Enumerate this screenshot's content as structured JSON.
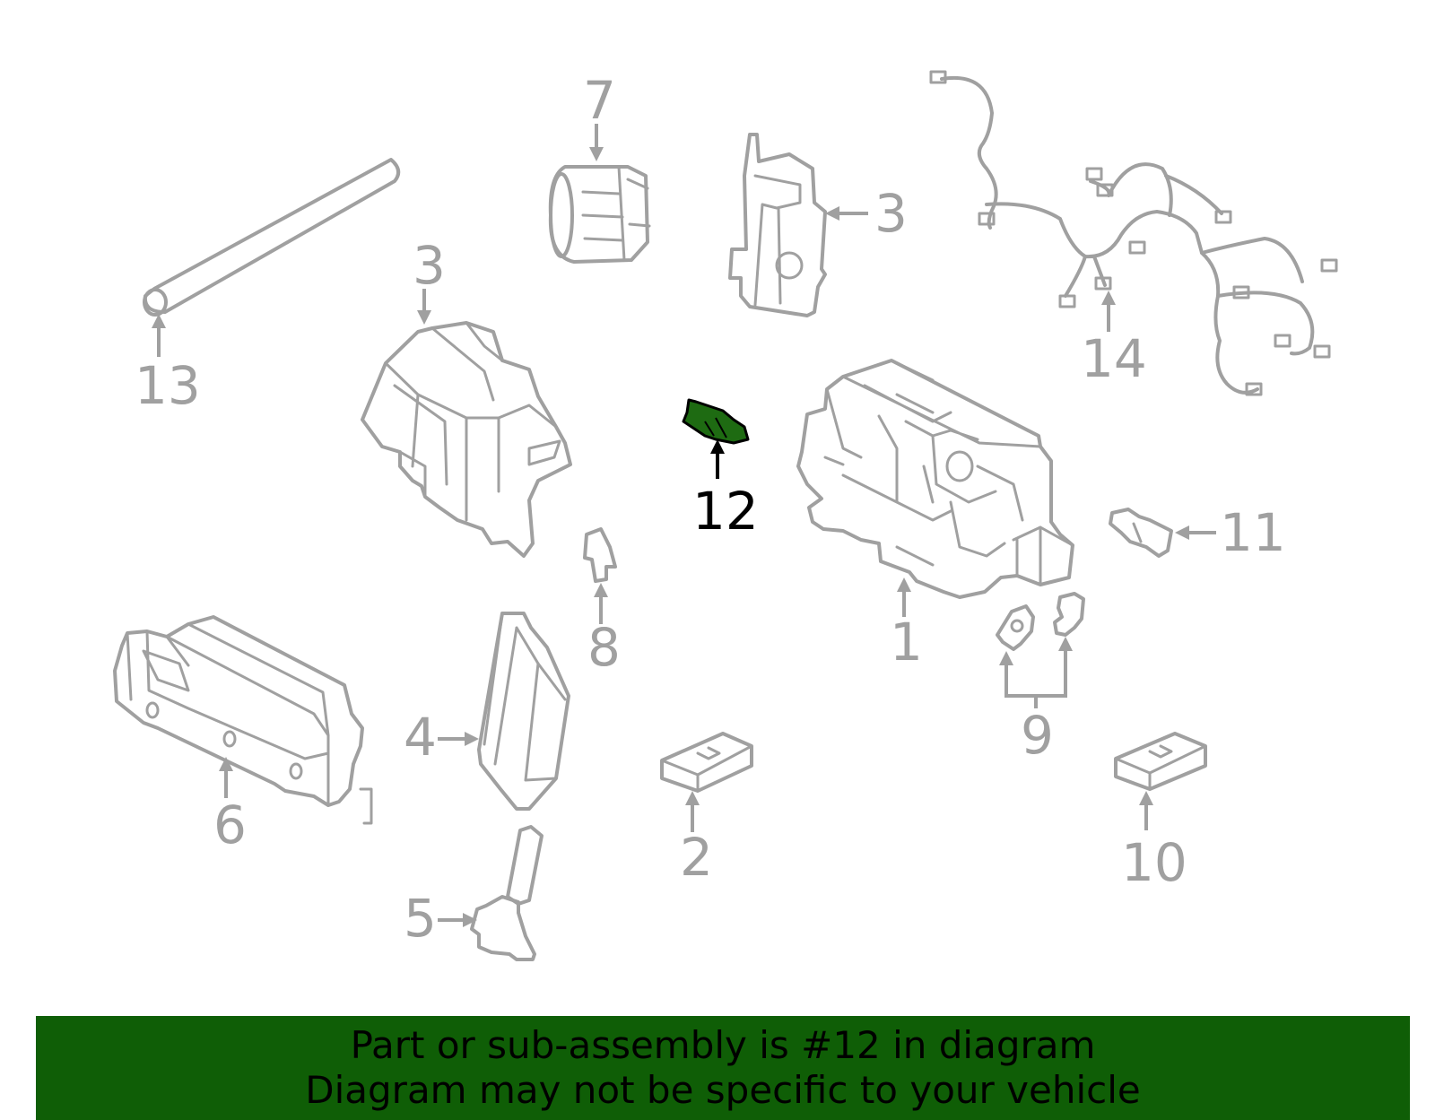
{
  "callouts": {
    "c1": "1",
    "c2": "2",
    "c3a": "3",
    "c3b": "3",
    "c4": "4",
    "c5": "5",
    "c6": "6",
    "c7": "7",
    "c8": "8",
    "c9": "9",
    "c10": "10",
    "c11": "11",
    "c12": "12",
    "c13": "13",
    "c14": "14"
  },
  "highlight": {
    "part": "12",
    "color": "#1e6b12"
  },
  "banner": {
    "line1": "Part or sub-assembly is #12 in diagram",
    "line2": "Diagram may not be specific to your vehicle",
    "background": "#0f5e06"
  }
}
